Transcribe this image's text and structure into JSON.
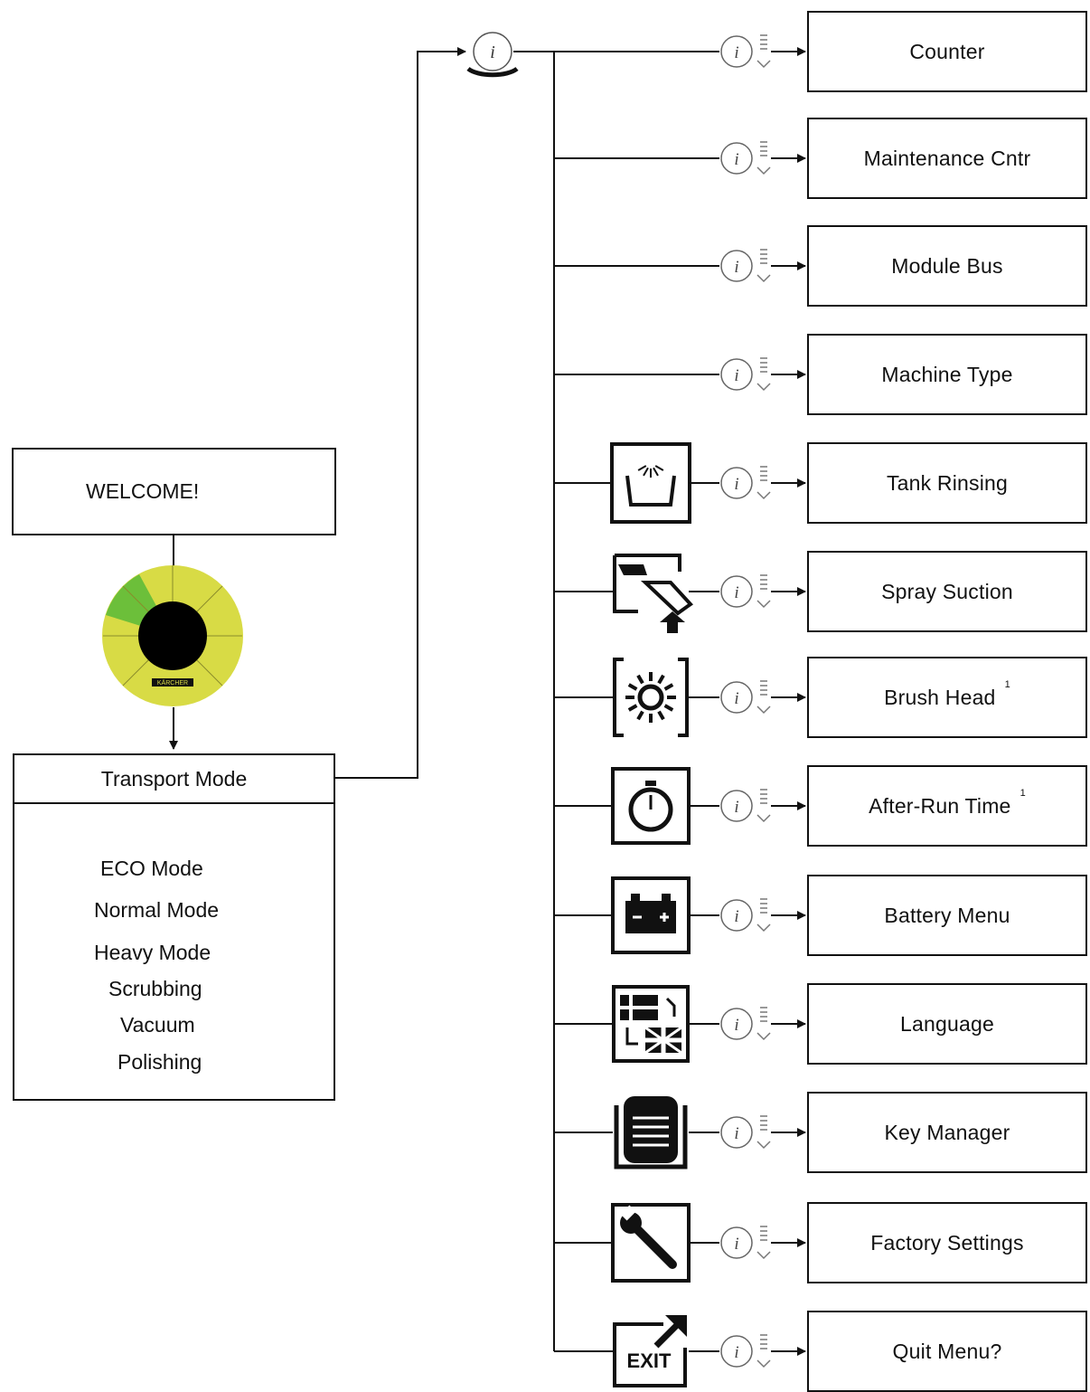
{
  "welcome": {
    "text": "WELCOME!"
  },
  "dial": {
    "brand": "KÄRCHER",
    "colors": {
      "ring": "#d8db45",
      "highlight": "#6cbf3a",
      "center": "#000000"
    }
  },
  "transport": {
    "title": "Transport Mode",
    "modes": [
      "ECO Mode",
      "Normal Mode",
      "Heavy Mode",
      "Scrubbing",
      "Vacuum",
      "Polishing"
    ]
  },
  "menu": {
    "items": [
      {
        "label": "Counter",
        "icon": "none"
      },
      {
        "label": "Maintenance Cntr",
        "icon": "none"
      },
      {
        "label": "Module Bus",
        "icon": "none"
      },
      {
        "label": "Machine Type",
        "icon": "none"
      },
      {
        "label": "Tank Rinsing",
        "icon": "tank-rinsing-icon"
      },
      {
        "label": "Spray Suction",
        "icon": "spray-suction-icon"
      },
      {
        "label": "Brush Head",
        "icon": "brush-head-icon",
        "footnote": "1"
      },
      {
        "label": "After-Run Time",
        "icon": "stopwatch-icon",
        "footnote": "1"
      },
      {
        "label": "Battery Menu",
        "icon": "battery-icon"
      },
      {
        "label": "Language",
        "icon": "language-flags-icon"
      },
      {
        "label": "Key Manager",
        "icon": "key-icon"
      },
      {
        "label": "Factory Settings",
        "icon": "wrench-icon"
      },
      {
        "label": "Quit Menu?",
        "icon": "exit-icon",
        "icon_text": "EXIT"
      }
    ]
  }
}
